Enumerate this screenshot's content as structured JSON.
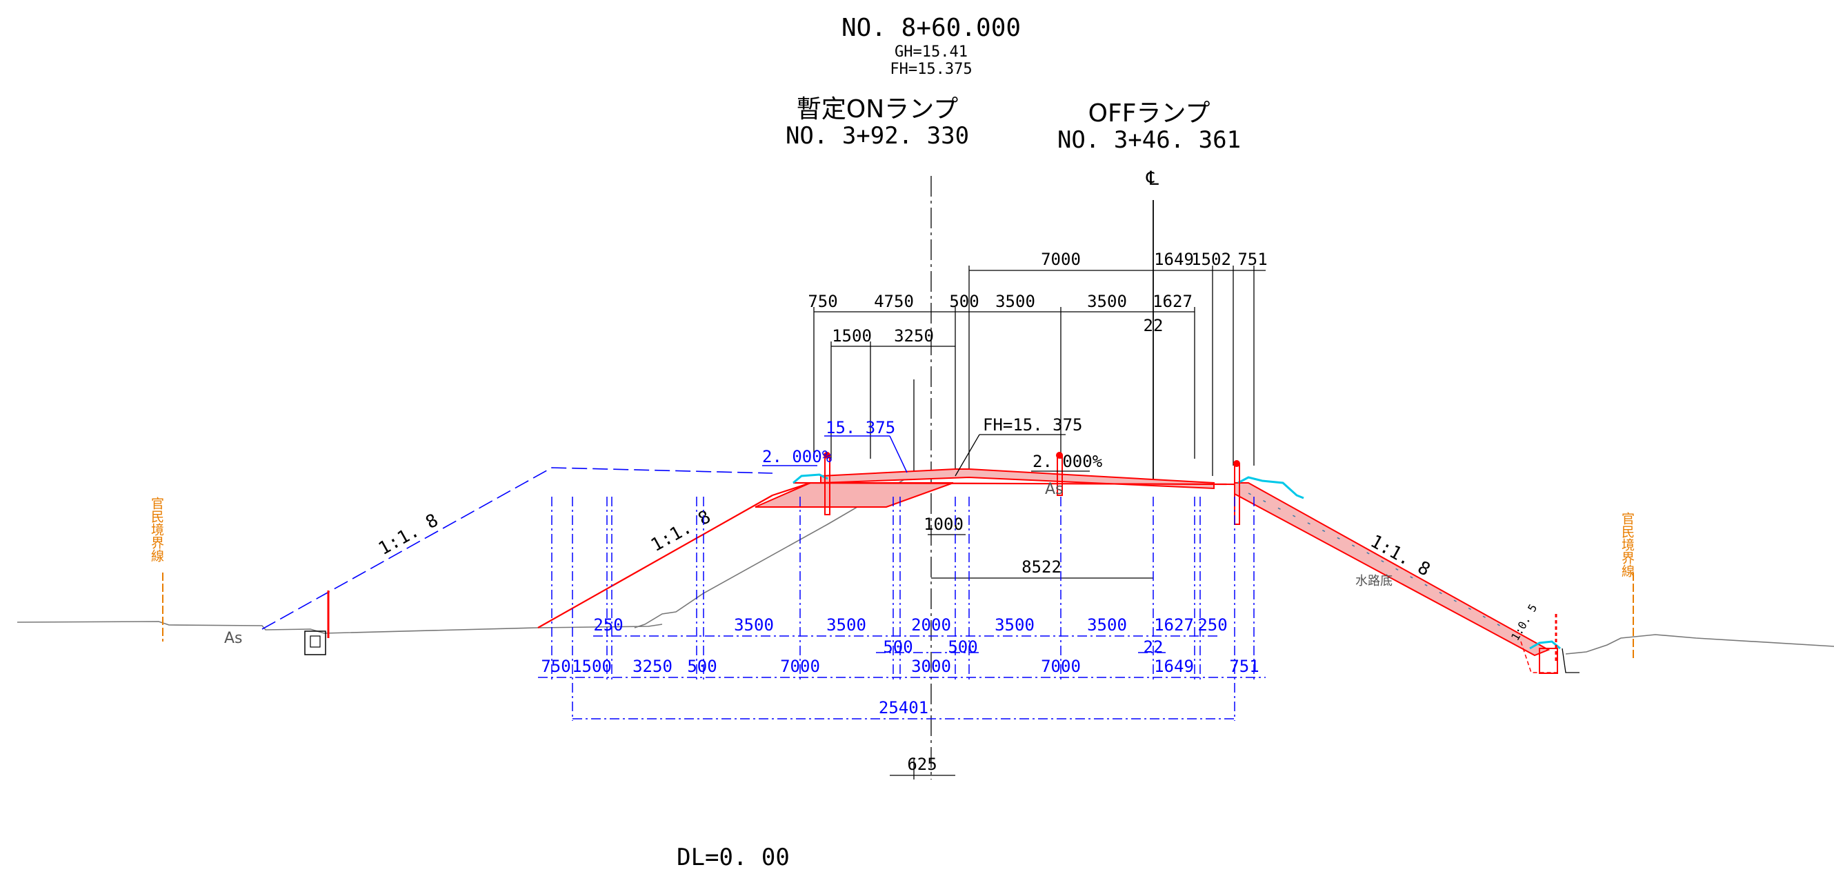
{
  "header": {
    "station_main": "NO. 8+60.000",
    "gh": "GH=15.41",
    "fh": "FH=15.375"
  },
  "ramps": {
    "on_ramp_title": "暫定ONランプ",
    "on_ramp_station": "NO. 3+92. 330",
    "off_ramp_title": "OFFランプ",
    "off_ramp_station": "NO. 3+46. 361"
  },
  "centerline_symbol": "℄",
  "top_dims": {
    "row1": [
      "7000",
      "1649",
      "1502",
      "751"
    ],
    "row2": [
      "750",
      "4750",
      "500",
      "3500",
      "3500",
      "1627"
    ],
    "row2_sub": "22",
    "row3": [
      "1500",
      "3250"
    ]
  },
  "labels": {
    "elev_blue": "15. 375",
    "fh_black": "FH=15. 375",
    "slope_left_pct": "2. 000%",
    "slope_right_pct": "2. 000%",
    "as_left": "As",
    "as_center": "As",
    "slope_far_left": "1:1. 8",
    "slope_left": "1:1. 8",
    "slope_right": "1:1. 8",
    "slope_small": "1:0. 5",
    "channel": "水路底",
    "boundary_left": "官民境界線",
    "boundary_right": "官民境界線",
    "dim_1000": "1000",
    "dim_8522": "8522",
    "datum": "DL=0. 00"
  },
  "bottom_dims": {
    "row1": [
      "250",
      "3500",
      "3500",
      "2000",
      "3500",
      "3500",
      "1627",
      "250"
    ],
    "row1_small": [
      "500",
      "500",
      "22"
    ],
    "row2": [
      "750",
      "1500",
      "3250",
      "500",
      "7000",
      "3000",
      "7000",
      "1649",
      "751"
    ],
    "total": "25401",
    "offset": "625"
  }
}
